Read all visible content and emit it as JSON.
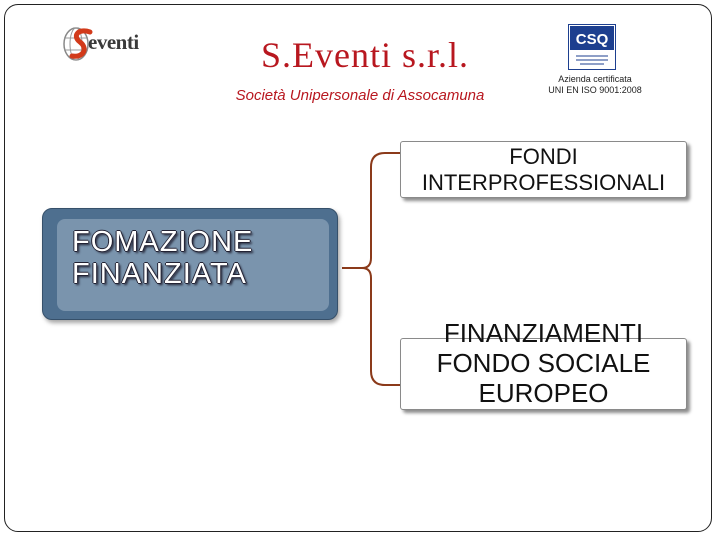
{
  "logo": {
    "word": "eventi",
    "icon": "globe-s-logo-icon"
  },
  "header": {
    "company_name": "S.Eventi s.r.l.",
    "subtitle": "Società Unipersonale di Assocamuna"
  },
  "certification": {
    "badge_text": "CSQ",
    "icon": "csq-certification-badge-icon",
    "line1": "Azienda certificata",
    "line2": "UNI EN ISO 9001:2008"
  },
  "diagram": {
    "main_line1": "FOMAZIONE",
    "main_line2": "FINANZIATA",
    "branch1_line1": "FONDI",
    "branch1_line2": "INTERPROFESSIONALI",
    "branch2_line1": "FINANZIAMENTI",
    "branch2_line2": "FONDO SOCIALE",
    "branch2_line3": "EUROPEO"
  },
  "colors": {
    "company_red": "#b8171f",
    "box_blue": "#4e6f8f",
    "connector_brown": "#8b3a1a"
  }
}
